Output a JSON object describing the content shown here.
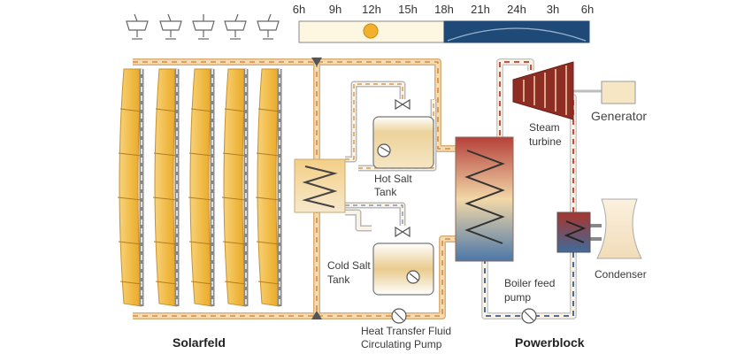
{
  "timeline": {
    "ticks": [
      "6h",
      "9h",
      "12h",
      "15h",
      "18h",
      "21h",
      "24h",
      "3h",
      "6h"
    ],
    "colors": {
      "day": "#fdf6e0",
      "night": "#1f4a78",
      "sun": "#f2b12c"
    }
  },
  "icons": {
    "heliostat": "heliostat-icon",
    "heat_exchanger": "heat-exchanger-coil-icon",
    "pump": "pump-icon",
    "valve": "valve-icon"
  },
  "colors": {
    "pipe_warm": "#f6dcb3",
    "pipe_hot": "#c83a2b",
    "pipe_cold": "#3a5d8a",
    "collector": "#f0b841",
    "turbine": "#8e2d23",
    "tank": "#e7c885"
  },
  "labels": {
    "hot_tank_line1": "Hot Salt",
    "hot_tank_line2": "Tank",
    "cold_tank_line1": "Cold Salt",
    "cold_tank_line2": "Tank",
    "steam_line1": "Steam",
    "steam_line2": "turbine",
    "generator": "Generator",
    "condenser": "Condenser",
    "boiler_line1": "Boiler feed",
    "boiler_line2": "pump",
    "htf_line1": "Heat Transfer Fluid",
    "htf_line2": "Circulating Pump",
    "solarfield": "Solarfeld",
    "powerblock": "Powerblock"
  }
}
